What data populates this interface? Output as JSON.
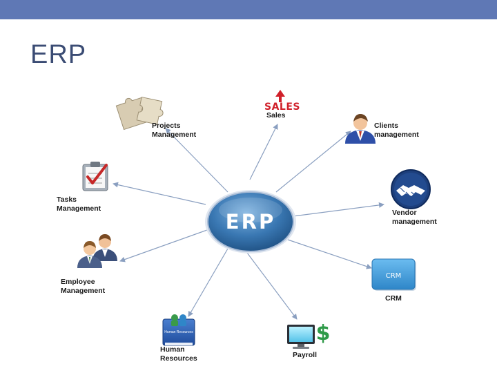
{
  "slide": {
    "title": "ERP"
  },
  "hub": {
    "label": "ERP"
  },
  "modules": {
    "sales": {
      "label": "Sales",
      "logo_text": "SALES"
    },
    "projects": {
      "label": "Projects\nManagement"
    },
    "clients": {
      "label": "Clients\nmanagement"
    },
    "tasks": {
      "label": "Tasks\nManagement"
    },
    "vendor": {
      "label": "Vendor\nmanagement"
    },
    "employee": {
      "label": "Employee\nManagement"
    },
    "crm": {
      "label": "CRM",
      "box_text": "CRM"
    },
    "human_resources": {
      "label": "Human\nResources",
      "book_text": "Human Resources"
    },
    "payroll": {
      "label": "Payroll"
    }
  },
  "colors": {
    "header_bar": "#5f78b5",
    "title": "#3b4c74",
    "hub": "#2f6aa0",
    "arrow": "#8a9fc0",
    "sales_red": "#d0202a",
    "crm_box": "#3d9ad6",
    "vendor_circle": "#1d3f7c"
  }
}
